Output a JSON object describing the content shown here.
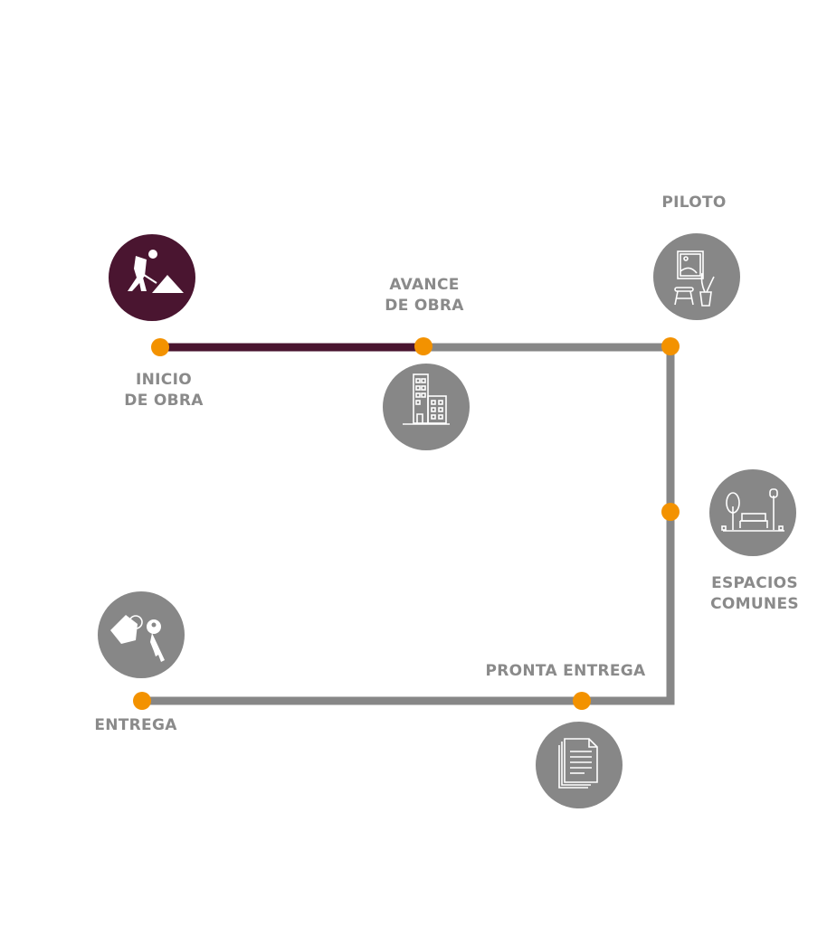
{
  "colors": {
    "completed": "#4a1530",
    "pending": "#878787",
    "milestone": "#f39200",
    "label": "#8a8a8a"
  },
  "steps": [
    {
      "id": "inicio",
      "label_lines": [
        "INICIO",
        "DE OBRA"
      ],
      "icon": "worker-digging-icon",
      "status": "completed"
    },
    {
      "id": "avance",
      "label_lines": [
        "AVANCE",
        "DE OBRA"
      ],
      "icon": "buildings-icon",
      "status": "current"
    },
    {
      "id": "piloto",
      "label_lines": [
        "PILOTO"
      ],
      "icon": "show-apartment-icon",
      "status": "pending"
    },
    {
      "id": "espacios",
      "label_lines": [
        "ESPACIOS",
        "COMUNES"
      ],
      "icon": "park-icon",
      "status": "pending"
    },
    {
      "id": "pronta",
      "label_lines": [
        "PRONTA ENTREGA"
      ],
      "icon": "documents-icon",
      "status": "pending"
    },
    {
      "id": "entrega",
      "label_lines": [
        "ENTREGA"
      ],
      "icon": "house-keys-icon",
      "status": "pending"
    }
  ]
}
